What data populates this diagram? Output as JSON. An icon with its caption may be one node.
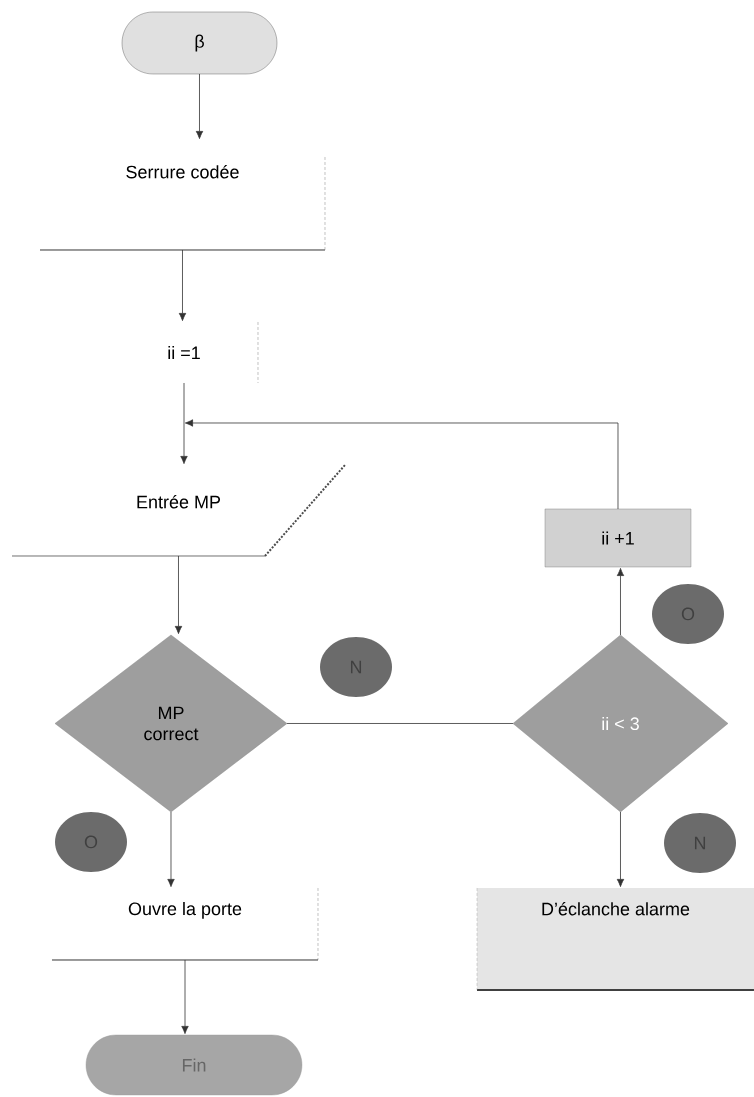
{
  "diagram": {
    "nodes": [
      {
        "text": [
          "β"
        ]
      },
      {
        "text": [
          "Serrure codée"
        ]
      },
      {
        "text": [
          "ii =1"
        ]
      },
      {
        "text": [
          "Entrée MP"
        ]
      },
      {
        "text": [
          "MP correct"
        ]
      },
      {
        "text": [
          "ii +1"
        ]
      },
      {
        "text": [
          "ii < 3"
        ]
      },
      {
        "text": [
          "Ouvre la porte"
        ]
      },
      {
        "text": [
          "D’éclanche alarme"
        ]
      },
      {
        "text": [
          "Fin"
        ]
      },
      {
        "text": [
          "N"
        ]
      },
      {
        "text": [
          "O"
        ]
      },
      {
        "text": [
          "O"
        ]
      },
      {
        "text": [
          "N"
        ]
      }
    ],
    "edges": [
      {
        "from": 0,
        "to": 1,
        "arrow": "to"
      },
      {
        "from": 1,
        "to": 2,
        "arrow": "to"
      },
      {
        "from": 2,
        "to": 3,
        "arrow": "to"
      },
      {
        "from": 3,
        "to": 4,
        "arrow": "to"
      },
      {
        "from": 4,
        "to": 6,
        "arrow": "none"
      },
      {
        "from": 6,
        "to": 5,
        "arrow": "to"
      },
      {
        "from": 5,
        "to": 3,
        "arrow": "to"
      },
      {
        "from": 4,
        "to": 7,
        "arrow": "to"
      },
      {
        "from": 7,
        "to": 9,
        "arrow": "to"
      },
      {
        "from": 6,
        "to": 8,
        "arrow": "to"
      }
    ]
  }
}
